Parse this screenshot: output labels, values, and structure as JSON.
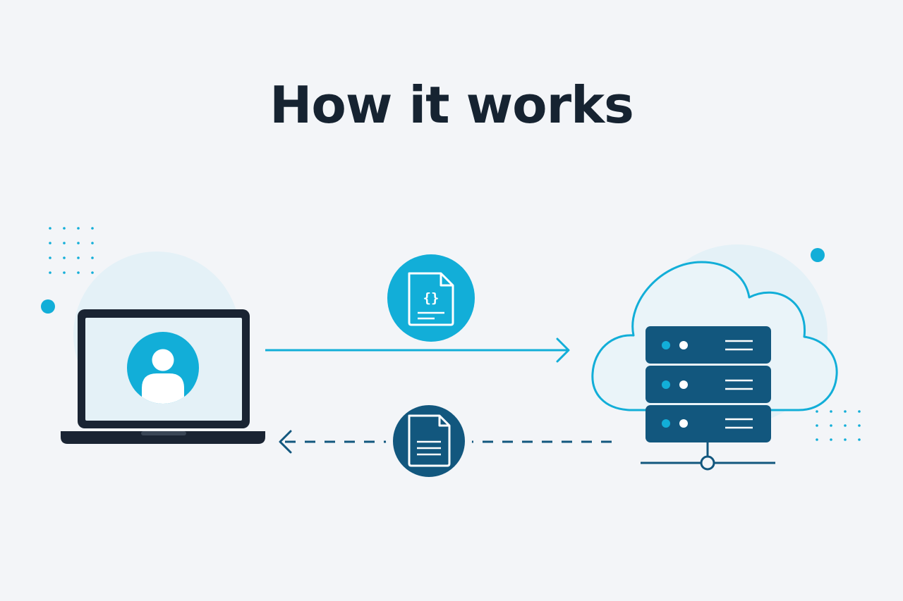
{
  "title": "How it works",
  "colors": {
    "background": "#f3f5f8",
    "title": "#162331",
    "accent": "#12aed8",
    "dark_blue": "#12577e",
    "navy": "#1a2433",
    "light_halo": "#e4f1f7"
  },
  "nodes": {
    "client": {
      "icon": "laptop-icon",
      "avatar_icon": "user-avatar-icon"
    },
    "server": {
      "icon": "cloud-server-icon",
      "rack_units": 3
    }
  },
  "flows": {
    "request": {
      "direction": "client-to-server",
      "line": "solid",
      "payload_icon": "json-document-icon",
      "payload_label": "{}"
    },
    "response": {
      "direction": "server-to-client",
      "line": "dashed",
      "payload_icon": "document-icon"
    }
  }
}
